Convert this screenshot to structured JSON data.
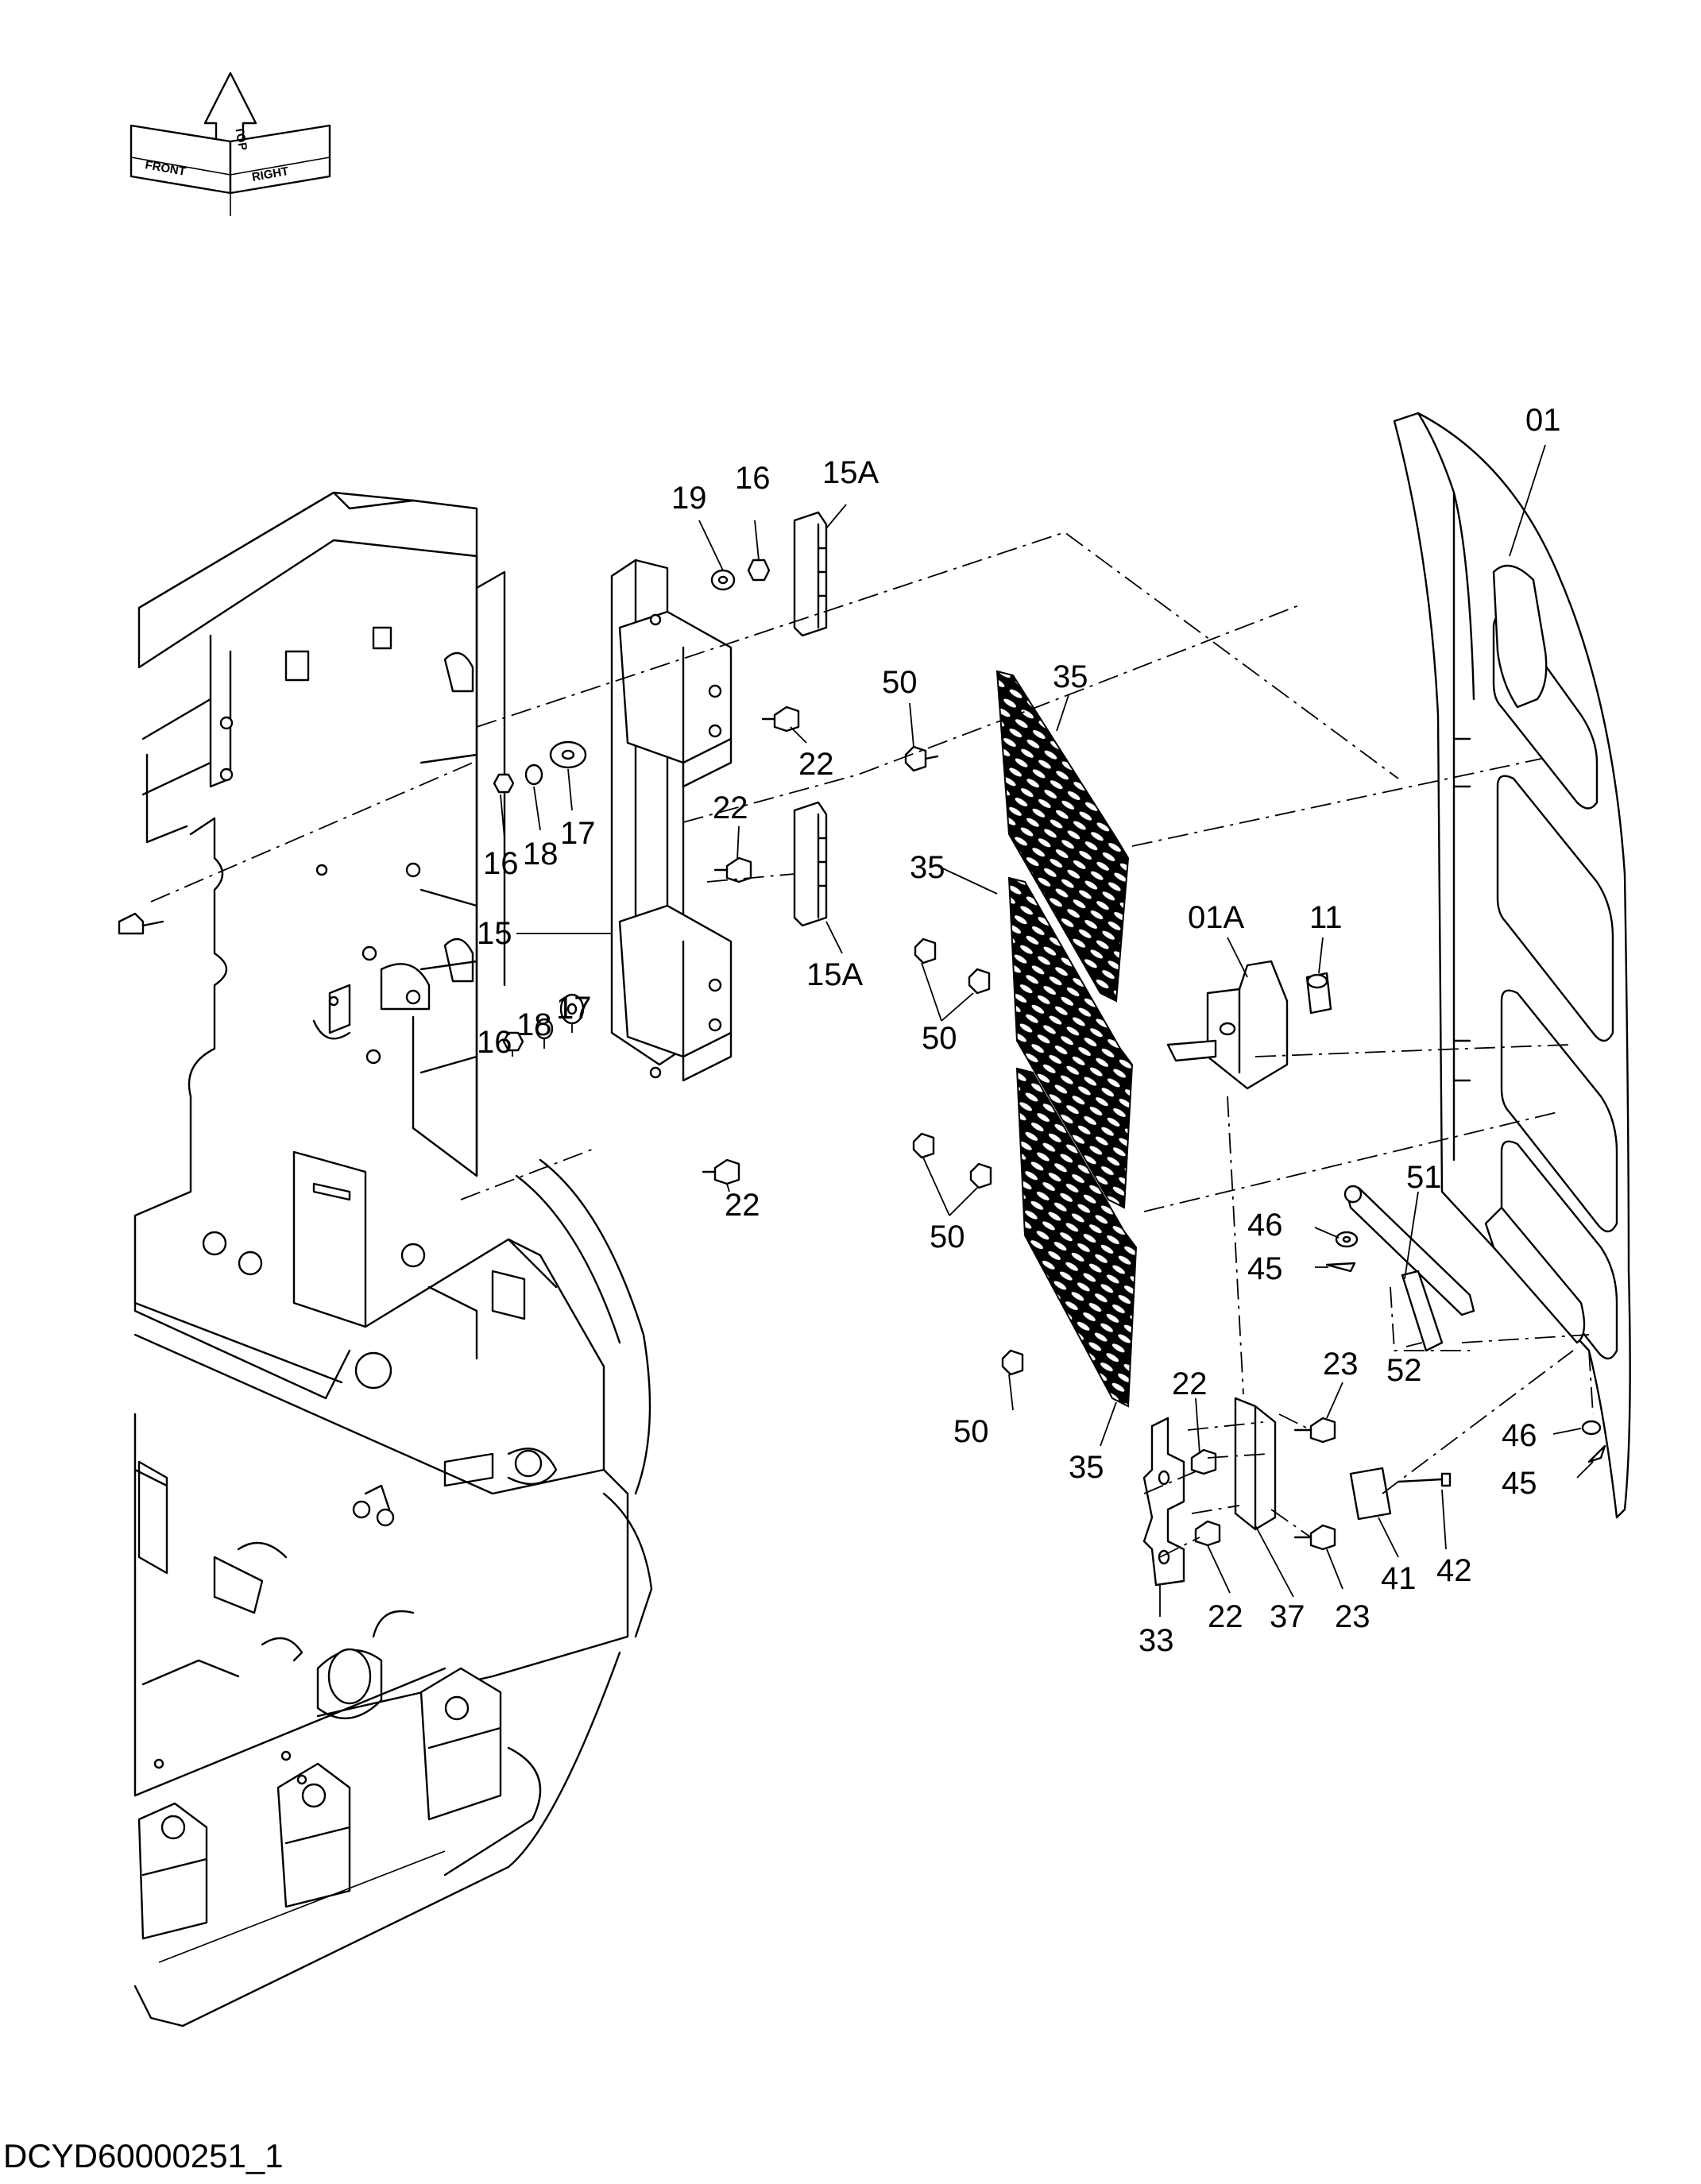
{
  "compass": {
    "front": "FRONT",
    "top": "TOP",
    "right": "RIGHT"
  },
  "callouts": [
    {
      "id": "c-01",
      "text": "01"
    },
    {
      "id": "c-19",
      "text": "19"
    },
    {
      "id": "c-16a",
      "text": "16"
    },
    {
      "id": "c-15a-top",
      "text": "15A"
    },
    {
      "id": "c-50a",
      "text": "50"
    },
    {
      "id": "c-35a",
      "text": "35"
    },
    {
      "id": "c-22a",
      "text": "22"
    },
    {
      "id": "c-16b",
      "text": "16"
    },
    {
      "id": "c-18a",
      "text": "18"
    },
    {
      "id": "c-17a",
      "text": "17"
    },
    {
      "id": "c-22b",
      "text": "22"
    },
    {
      "id": "c-35b",
      "text": "35"
    },
    {
      "id": "c-01a",
      "text": "01A"
    },
    {
      "id": "c-11",
      "text": "11"
    },
    {
      "id": "c-15",
      "text": "15"
    },
    {
      "id": "c-15a-bottom",
      "text": "15A"
    },
    {
      "id": "c-50b",
      "text": "50"
    },
    {
      "id": "c-16c",
      "text": "16"
    },
    {
      "id": "c-18b",
      "text": "18"
    },
    {
      "id": "c-17b",
      "text": "17"
    },
    {
      "id": "c-22c",
      "text": "22"
    },
    {
      "id": "c-51",
      "text": "51"
    },
    {
      "id": "c-46a",
      "text": "46"
    },
    {
      "id": "c-50c",
      "text": "50"
    },
    {
      "id": "c-45a",
      "text": "45"
    },
    {
      "id": "c-52",
      "text": "52"
    },
    {
      "id": "c-22d",
      "text": "22"
    },
    {
      "id": "c-23a",
      "text": "23"
    },
    {
      "id": "c-46b",
      "text": "46"
    },
    {
      "id": "c-50d",
      "text": "50"
    },
    {
      "id": "c-45b",
      "text": "45"
    },
    {
      "id": "c-35c",
      "text": "35"
    },
    {
      "id": "c-41",
      "text": "41"
    },
    {
      "id": "c-42",
      "text": "42"
    },
    {
      "id": "c-22e",
      "text": "22"
    },
    {
      "id": "c-37",
      "text": "37"
    },
    {
      "id": "c-23b",
      "text": "23"
    },
    {
      "id": "c-33",
      "text": "33"
    }
  ],
  "drawing_code": "DCYD60000251_1"
}
